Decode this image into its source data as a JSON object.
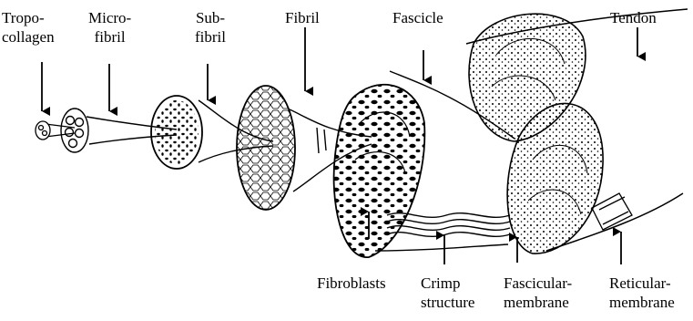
{
  "labels": {
    "tropocollagen": [
      "Tropo-",
      "collagen"
    ],
    "microfibril": [
      "Micro-",
      "fibril"
    ],
    "subfibril": [
      "Sub-",
      "fibril"
    ],
    "fibril": "Fibril",
    "fascicle": "Fascicle",
    "tendon": "Tendon",
    "fibroblasts": "Fibroblasts",
    "crimp_structure": [
      "Crimp",
      "structure"
    ],
    "fascicular_membrane": [
      "Fascicular-",
      "membrane"
    ],
    "reticular_membrane": [
      "Reticular-",
      "membrane"
    ]
  },
  "colors": {
    "ink": "#000000",
    "paper": "#ffffff"
  }
}
